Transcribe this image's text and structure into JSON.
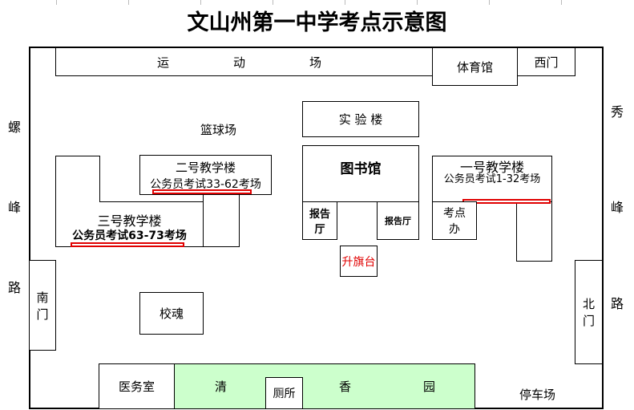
{
  "title": "文山州第一中学考点示意图",
  "roads": {
    "left": [
      "螺",
      "峰",
      "路"
    ],
    "right": [
      "秀",
      "峰",
      "路"
    ]
  },
  "places": {
    "sports_field": [
      "运",
      "动",
      "场"
    ],
    "gym": "体育馆",
    "west_gate": "西门",
    "lab_building": "实 验 楼",
    "basketball_court": "篮球场",
    "library": "图书馆",
    "lecture_hall_left": "报告厅",
    "lecture_hall_right": "报告厅",
    "flag_platform": "升旗台",
    "exam_office": "考点办",
    "south_gate": "南门",
    "north_gate": "北门",
    "school_soul": "校魂",
    "clinic": "医务室",
    "garden": [
      "清",
      "香",
      "园"
    ],
    "toilet": "厕所",
    "parking": "停车场"
  },
  "buildings": {
    "building1": {
      "name": "一号教学楼",
      "exam": "公务员考试1-32考场"
    },
    "building2": {
      "name": "二号教学楼",
      "exam": "公务员考试33-62考场"
    },
    "building3": {
      "name": "三号教学楼",
      "exam": "公务员考试63-73考场"
    }
  },
  "colors": {
    "highlight": "#e00000",
    "garden": "#ccffcc",
    "flag_text": "#e00000"
  }
}
